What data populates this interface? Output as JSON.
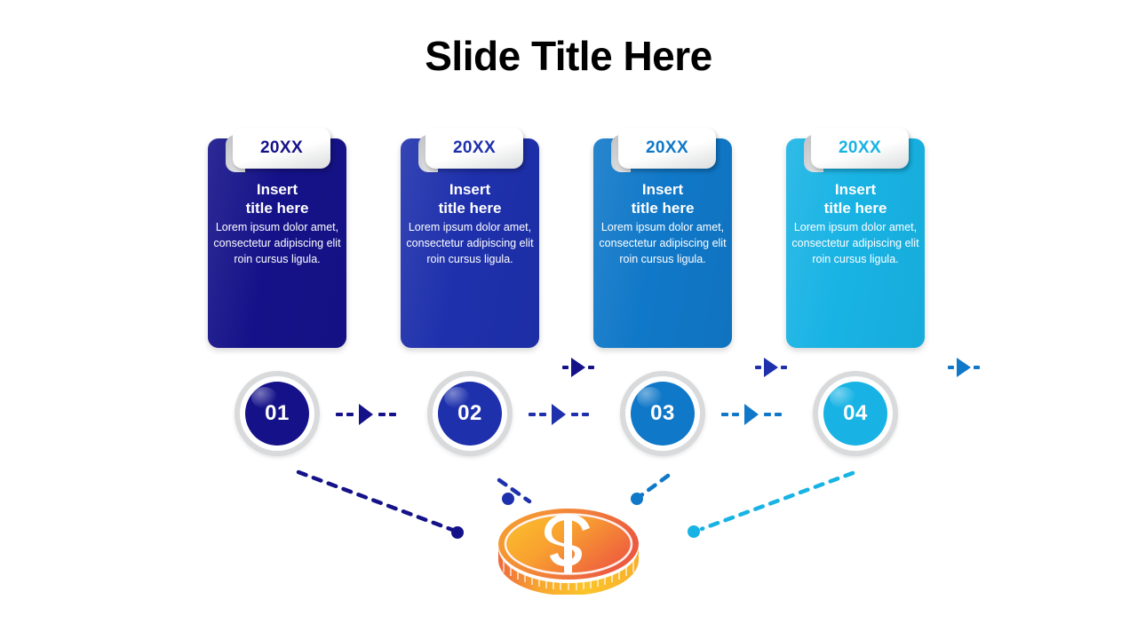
{
  "page": {
    "title": "Slide Title Here",
    "background": "#ffffff"
  },
  "theme": {
    "card_colors": [
      "#151289",
      "#1e30ac",
      "#1078c8",
      "#18b3e4"
    ],
    "badge_text_colors": [
      "#151289",
      "#1e30ac",
      "#1078c8",
      "#18b3e4"
    ],
    "circle_colors": [
      "#151289",
      "#1e30ac",
      "#1078c8",
      "#18b3e4"
    ],
    "arrow_colors": [
      "#151289",
      "#1e30ac",
      "#1078c8"
    ],
    "ring_color": "#d9dadc",
    "coin_colors": [
      "#fbbc2e",
      "#f79433",
      "#f0663c"
    ],
    "connector_colors": [
      "#151289",
      "#1e30ac",
      "#1078c8",
      "#18b3e4"
    ]
  },
  "steps": [
    {
      "badge": "20XX",
      "heading_line1": "Insert",
      "heading_line2": "title here",
      "description": "Lorem ipsum dolor amet, consectetur adipiscing elit roin cursus ligula.",
      "number": "01"
    },
    {
      "badge": "20XX",
      "heading_line1": "Insert",
      "heading_line2": "title here",
      "description": "Lorem ipsum dolor amet, consectetur adipiscing elit roin cursus ligula.",
      "number": "02"
    },
    {
      "badge": "20XX",
      "heading_line1": "Insert",
      "heading_line2": "title here",
      "description": "Lorem ipsum dolor amet, consectetur adipiscing elit roin cursus ligula.",
      "number": "03"
    },
    {
      "badge": "20XX",
      "heading_line1": "Insert",
      "heading_line2": "title here",
      "description": "Lorem ipsum dolor amet, consectetur adipiscing elit roin cursus ligula.",
      "number": "04"
    }
  ],
  "coin": {
    "symbol": "$",
    "label": "dollar-coin"
  }
}
